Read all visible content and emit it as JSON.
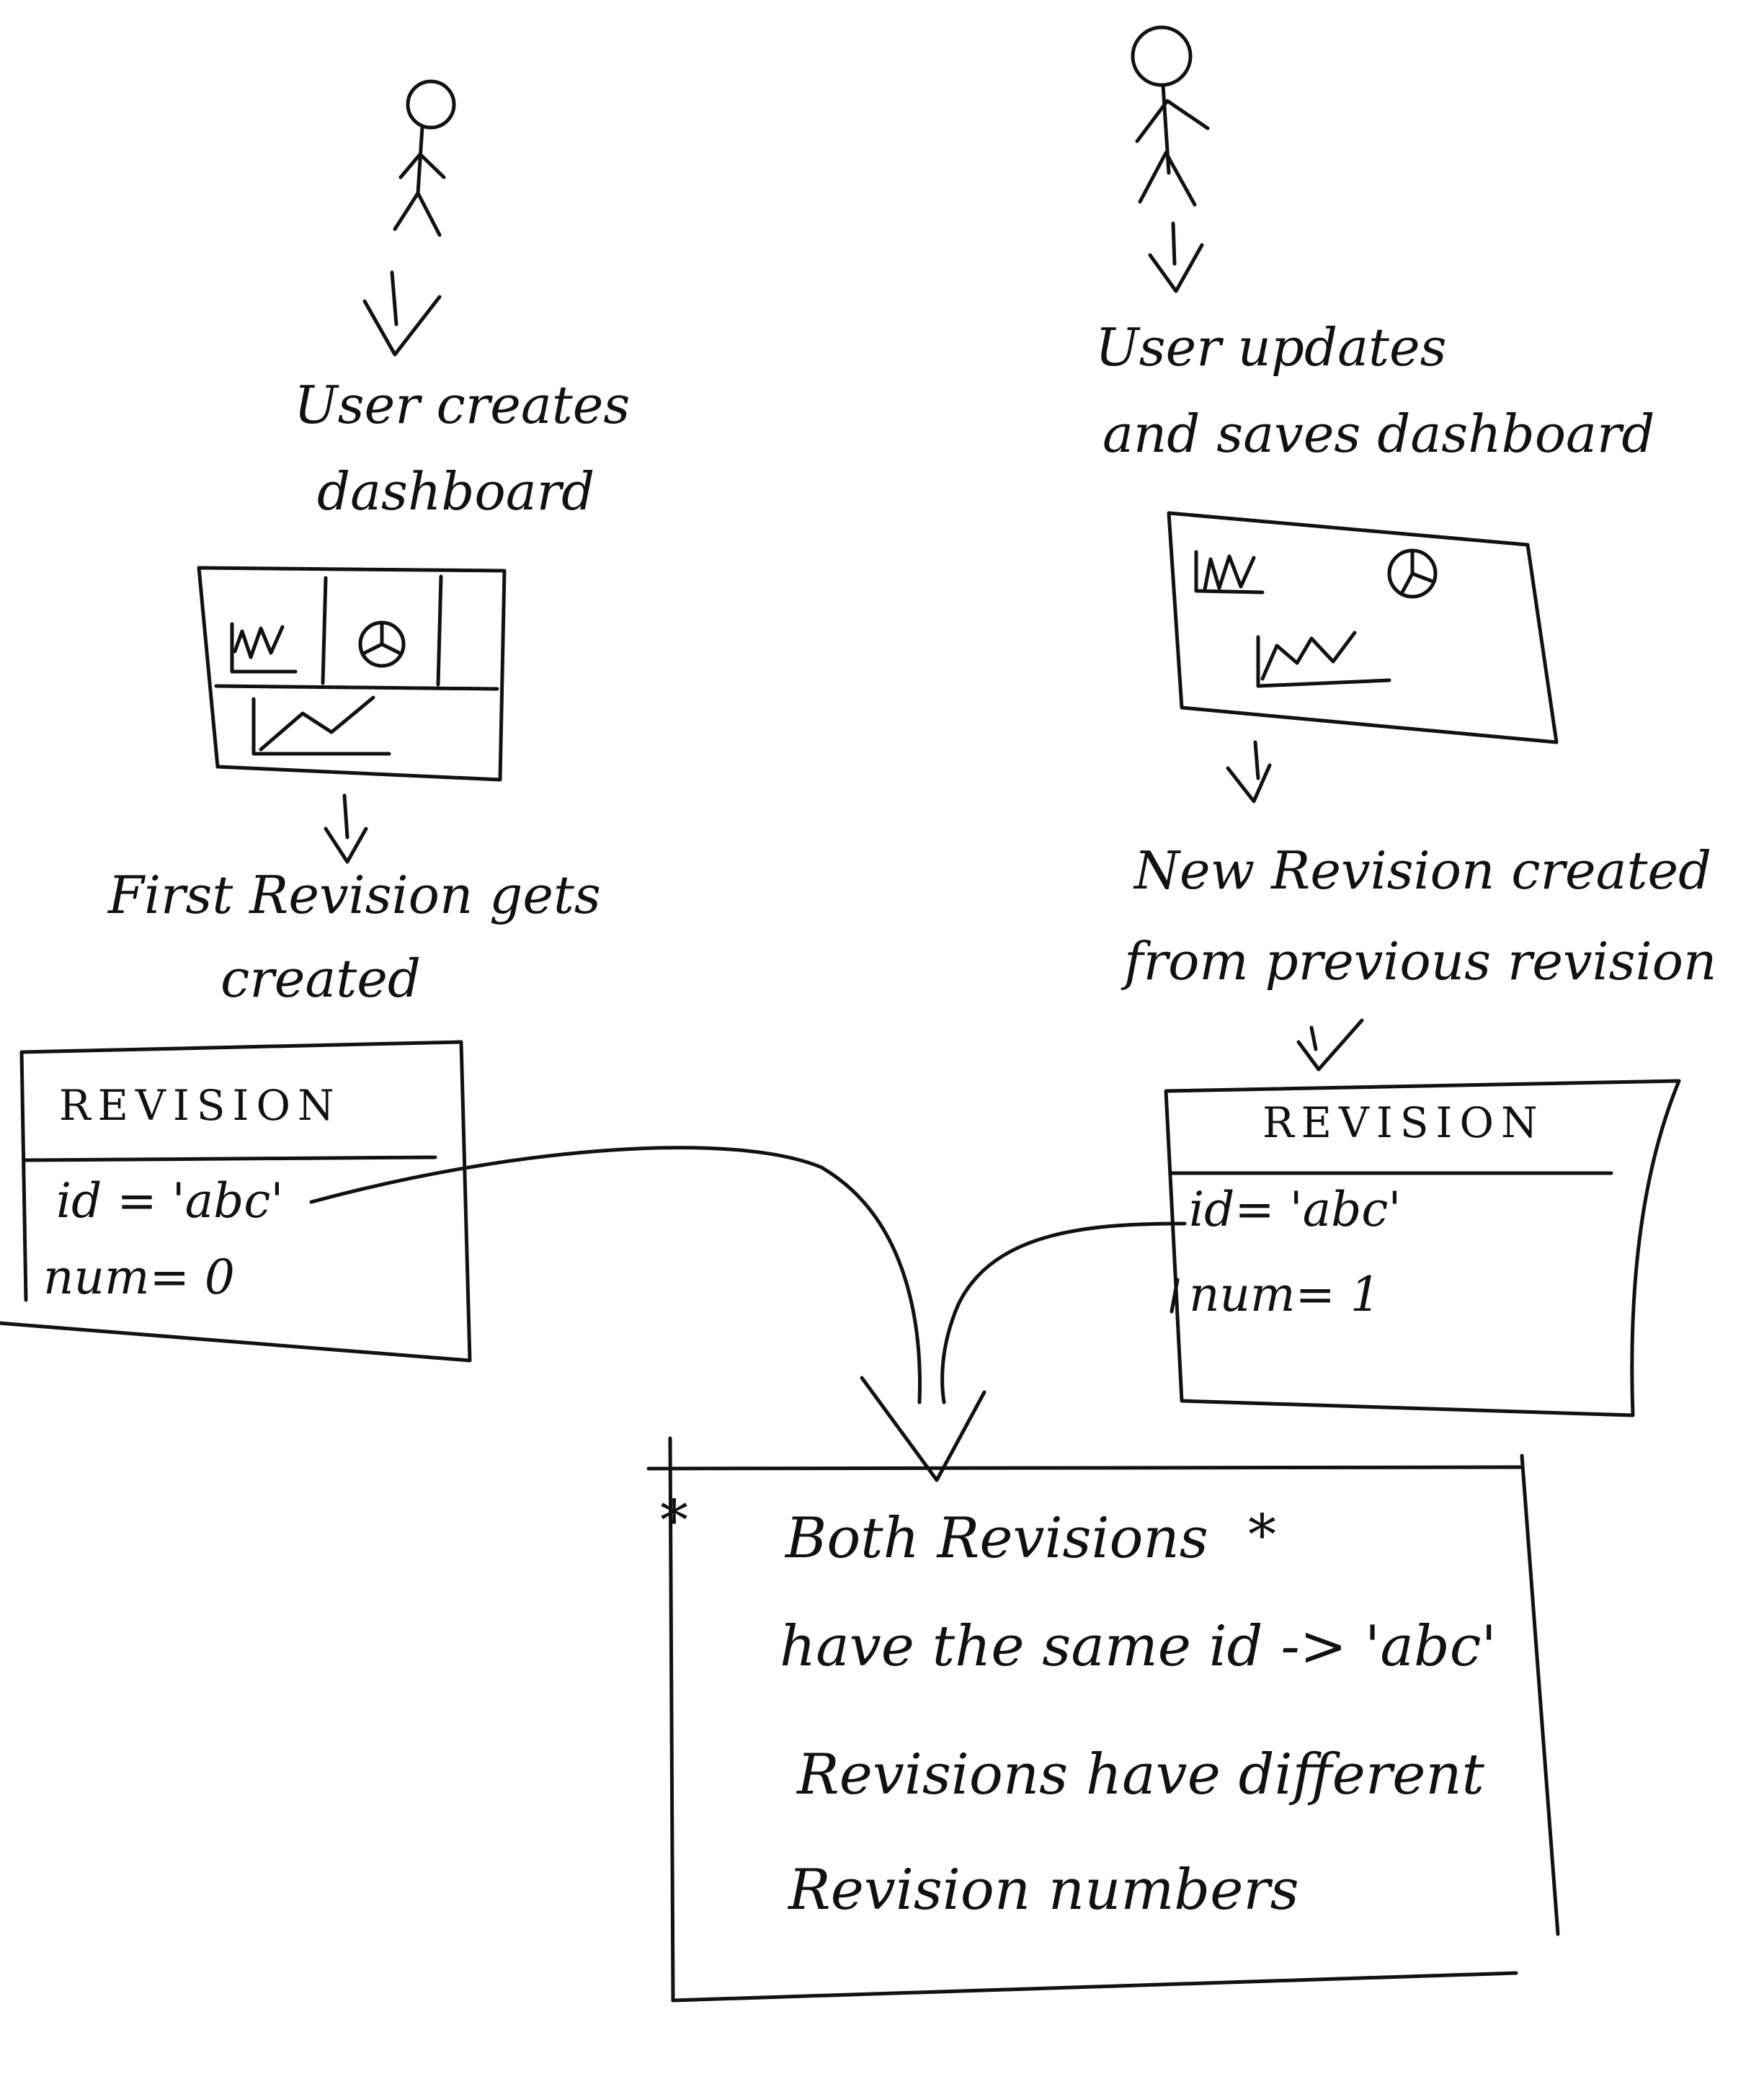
{
  "left_flow": {
    "step1_line1": "User creates",
    "step1_line2": "dashboard",
    "step2_line1": "First Revision gets",
    "step2_line2": "created",
    "revision": {
      "header": "REVISION",
      "id_line": "id = 'abc'",
      "num_line": "num= 0"
    }
  },
  "right_flow": {
    "step1_line1": "User updates",
    "step1_line2": "and saves dashboard",
    "step2_line1": "New Revision created",
    "step2_line2": "from previous revision",
    "revision": {
      "header": "REVISION",
      "id_line": "id= 'abc'",
      "num_line": "num= 1"
    }
  },
  "conclusion": {
    "line1": "Both Revisions",
    "line2": "have the same id -> 'abc'",
    "line3": "Revisions have different",
    "line4": "Revision numbers",
    "star_marker": "*"
  }
}
